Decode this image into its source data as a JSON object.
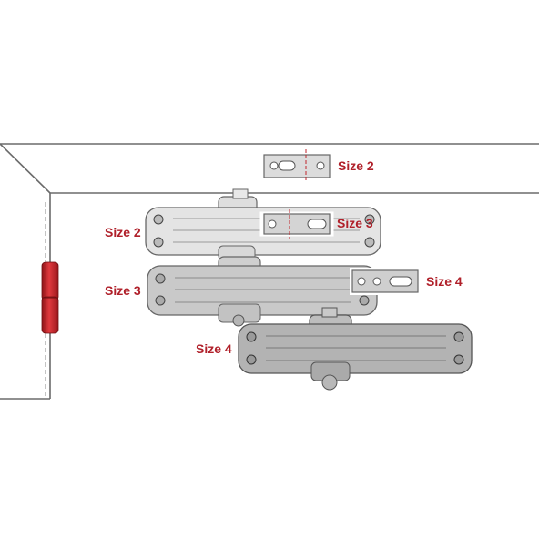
{
  "colors": {
    "label": "#b0202a",
    "frame_line": "#6b6b6b",
    "hinge": "#cc2a2f",
    "closer_size2": "#e4e4e4",
    "closer_size3": "#c9c9c9",
    "closer_size4": "#b3b3b3",
    "plate": "#cfcfcf"
  },
  "icons": [
    "door-frame-outline",
    "door-hinge",
    "mounting-bracket-icon",
    "door-closer-body"
  ],
  "labels": {
    "bracket_size2": "Size 2",
    "closer_size2": "Size 2",
    "bracket_size3": "Size 3",
    "closer_size3": "Size 3",
    "bracket_size4": "Size 4",
    "closer_size4": "Size 4"
  }
}
